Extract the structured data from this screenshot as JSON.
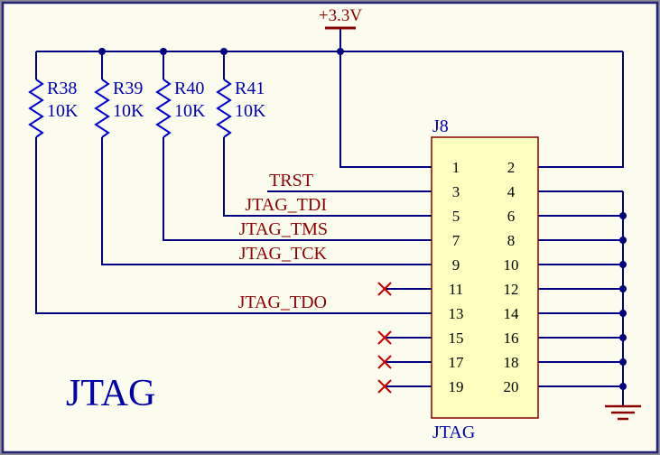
{
  "sheet": {
    "title_text": "JTAG"
  },
  "power": {
    "vcc_label": "+3.3V"
  },
  "resistors": [
    {
      "ref": "R38",
      "value": "10K"
    },
    {
      "ref": "R39",
      "value": "10K"
    },
    {
      "ref": "R40",
      "value": "10K"
    },
    {
      "ref": "R41",
      "value": "10K"
    }
  ],
  "net_labels": {
    "trst": "TRST",
    "tdi": "JTAG_TDI",
    "tms": "JTAG_TMS",
    "tck": "JTAG_TCK",
    "tdo": "JTAG_TDO"
  },
  "connector": {
    "designator": "J8",
    "name": "JTAG",
    "pins_left": [
      "1",
      "3",
      "5",
      "7",
      "9",
      "11",
      "13",
      "15",
      "17",
      "19"
    ],
    "pins_right": [
      "2",
      "4",
      "6",
      "8",
      "10",
      "12",
      "14",
      "16",
      "18",
      "20"
    ]
  },
  "colors": {
    "wire": "#000080",
    "component_outline": "#0000CC",
    "net_label": "#8B0000",
    "connector_fill": "#FFFFC0",
    "connector_border": "#8B0000",
    "no_connect": "#CC0000",
    "sheet_background": "#FCFCEE"
  }
}
